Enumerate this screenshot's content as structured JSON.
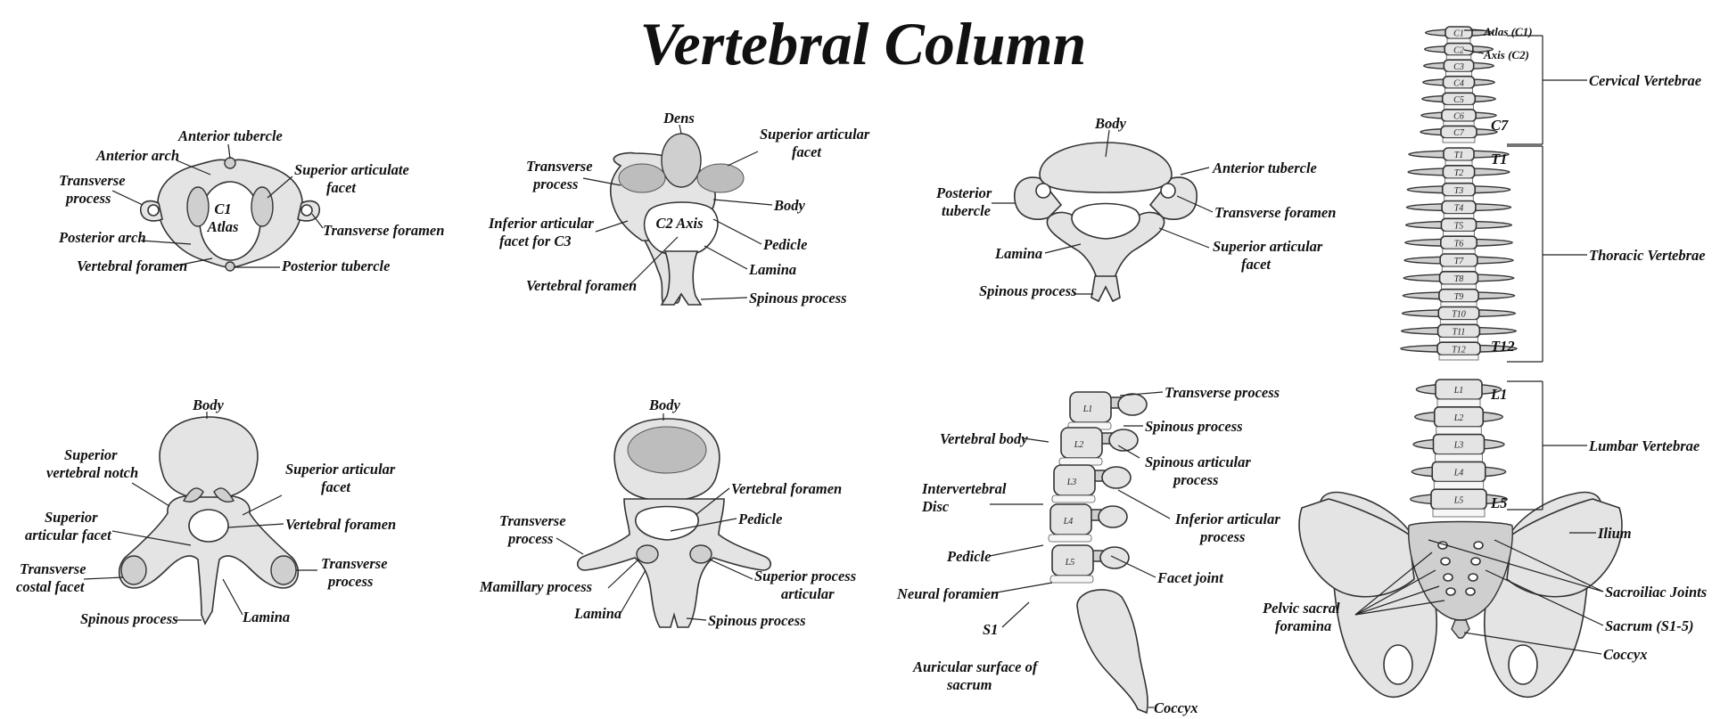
{
  "title": "Vertebral Column",
  "figures": {
    "c1": {
      "center": "C1",
      "sub": "Atlas",
      "labels": {
        "anterior_tubercle": "Anterior tubercle",
        "anterior_arch": "Anterior arch",
        "transverse_process_1": "Transverse",
        "transverse_process_2": "process",
        "superior_articulate_facet_1": "Superior articulate",
        "superior_articulate_facet_2": "facet",
        "transverse_foramen": "Transverse foramen",
        "posterior_arch": "Posterior arch",
        "vertebral_foramen": "Vertebral foramen",
        "posterior_tubercle": "Posterior tubercle"
      }
    },
    "c2": {
      "center": "C2 Axis",
      "labels": {
        "dens": "Dens",
        "superior_articular_facet_1": "Superior articular",
        "superior_articular_facet_2": "facet",
        "transverse_process_1": "Transverse",
        "transverse_process_2": "process",
        "body": "Body",
        "inferior_articular_1": "Inferior articular",
        "inferior_articular_2": "facet for C3",
        "pedicle": "Pedicle",
        "lamina": "Lamina",
        "vertebral_foramen": "Vertebral foramen",
        "spinous_process": "Spinous process"
      }
    },
    "cervical": {
      "labels": {
        "body": "Body",
        "posterior_tubercle_1": "Posterior",
        "posterior_tubercle_2": "tubercle",
        "anterior_tubercle": "Anterior tubercle",
        "transverse_foramen": "Transverse foramen",
        "lamina": "Lamina",
        "superior_articular_facet_1": "Superior articular",
        "superior_articular_facet_2": "facet",
        "spinous_process": "Spinous process"
      }
    },
    "thoracic": {
      "labels": {
        "body": "Body",
        "superior_vertebral_notch_1": "Superior",
        "superior_vertebral_notch_2": "vertebral notch",
        "superior_articular_facet_1": "Superior articular",
        "superior_articular_facet_2": "facet",
        "superior_articular_facet_b1": "Superior",
        "superior_articular_facet_b2": "articular facet",
        "vertebral_foramen": "Vertebral foramen",
        "transverse_costal_facet_1": "Transverse",
        "transverse_costal_facet_2": "costal facet",
        "transverse_process_1": "Transverse",
        "transverse_process_2": "process",
        "spinous_process": "Spinous process",
        "lamina": "Lamina"
      }
    },
    "lumbar": {
      "labels": {
        "body": "Body",
        "vertebral_foramen": "Vertebral foramen",
        "pedicle": "Pedicle",
        "transverse_process_1": "Transverse",
        "transverse_process_2": "process",
        "mamillary_process": "Mamillary process",
        "superior_process_articular_1": "Superior process",
        "superior_process_articular_2": "articular",
        "lamina": "Lamina",
        "spinous_process": "Spinous process"
      }
    },
    "lateral": {
      "vertebrae": [
        "L1",
        "L2",
        "L3",
        "L4",
        "L5"
      ],
      "labels": {
        "transverse_process": "Transverse process",
        "spinous_process": "Spinous process",
        "vertebral_body": "Vertebral body",
        "spinous_articular_process_1": "Spinous articular",
        "spinous_articular_process_2": "process",
        "intervertebral_disc_1": "Intervertebral",
        "intervertebral_disc_2": "Disc",
        "inferior_articular_process_1": "Inferior articular",
        "inferior_articular_process_2": "process",
        "pedicle": "Pedicle",
        "facet_joint": "Facet joint",
        "neural_foramen": "Neural foramien",
        "s1": "S1",
        "auricular_surface_1": "Auricular surface of",
        "auricular_surface_2": "sacrum",
        "coccyx": "Coccyx"
      }
    },
    "column": {
      "cervical_ids": [
        "C1",
        "C2",
        "C3",
        "C4",
        "C5",
        "C6",
        "C7"
      ],
      "thoracic_ids": [
        "T1",
        "T2",
        "T3",
        "T4",
        "T5",
        "T6",
        "T7",
        "T8",
        "T9",
        "T10",
        "T11",
        "T12"
      ],
      "lumbar_ids": [
        "L1",
        "L2",
        "L3",
        "L4",
        "L5"
      ],
      "labels": {
        "atlas": "Atlas (C1)",
        "axis": "Axis (C2)",
        "c7": "C7",
        "cervical_vertebrae": "Cervical Vertebrae",
        "t1": "T1",
        "thoracic_vertebrae": "Thoracic Vertebrae",
        "t12": "T12",
        "l1": "L1",
        "lumbar_vertebrae": "Lumbar Vertebrae",
        "l5": "L5",
        "ilium": "Ilium",
        "sacroiliac_joints": "Sacroiliac Joints",
        "pelvic_sacral_1": "Pelvic sacral",
        "pelvic_sacral_2": "foramina",
        "sacrum": "Sacrum (S1-5)",
        "coccyx": "Coccyx"
      }
    }
  }
}
